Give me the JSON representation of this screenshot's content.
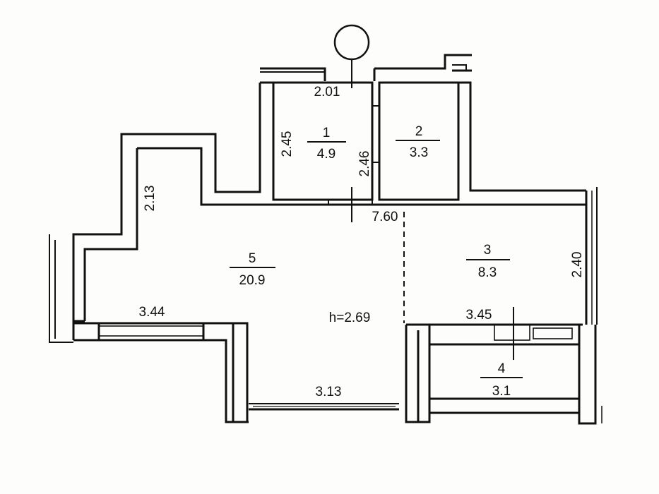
{
  "plan": {
    "ceiling_height": "h=2.69",
    "rooms": [
      {
        "number": "1",
        "area": "4.9"
      },
      {
        "number": "2",
        "area": "3.3"
      },
      {
        "number": "3",
        "area": "8.3"
      },
      {
        "number": "4",
        "area": "3.1"
      },
      {
        "number": "5",
        "area": "20.9"
      }
    ],
    "dimensions": {
      "room1_width": "2.01",
      "room1_height": "2.45",
      "room1_2_partition": "2.46",
      "left_wing": "2.13",
      "total_length": "7.60",
      "right_wall": "2.40",
      "bottom_left": "3.44",
      "kitchen_width": "3.45",
      "bottom_window": "3.13"
    }
  }
}
